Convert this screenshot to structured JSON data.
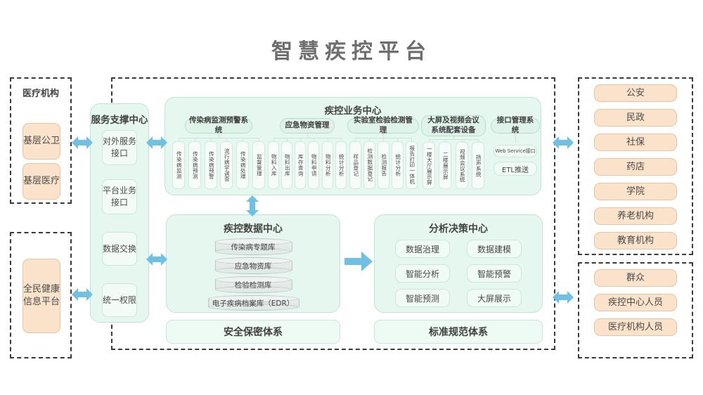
{
  "page": {
    "title": "智慧疾控平台",
    "accent_blue": "#62c0e8",
    "accent_green": "#e6f7ef",
    "accent_orange": "#fbe2ca"
  },
  "left": {
    "group_medical": {
      "label": "医疗机构",
      "items": [
        {
          "label": "基层公卫"
        },
        {
          "label": "基层医疗"
        }
      ]
    },
    "group_health_platform": {
      "items": [
        {
          "label": "全民健康\n信息平台",
          "line1": "全民健康",
          "line2": "信息平台"
        }
      ]
    }
  },
  "service_center": {
    "title": "服务支撑中心",
    "items": [
      {
        "line1": "对外服务",
        "line2": "接口"
      },
      {
        "line1": "平台业务",
        "line2": "接口"
      },
      {
        "line1": "数据交换",
        "line2": ""
      },
      {
        "line1": "统一权限",
        "line2": ""
      }
    ]
  },
  "business_center": {
    "title": "疾控业务中心",
    "systems": [
      {
        "name": "传染病监测预警系统",
        "children": [
          "传染病监测",
          "传染病预测",
          "传染病预警",
          "流行病学调查",
          "传染病处理",
          "监督管理"
        ]
      },
      {
        "name": "应急物资管理",
        "children": [
          "物料入库",
          "物料出库",
          "库存查询",
          "物料申请",
          "物料分析",
          "统计分析"
        ]
      },
      {
        "name": "实验室检验检测管理",
        "children": [
          "样品登记",
          "检测数据登记",
          "检测报告",
          "统计分析",
          "报告打印一体机"
        ]
      },
      {
        "name": "大屏及视频会议系统配套设备",
        "children": [
          "一楼大厅展示屏",
          "二楼展示屏",
          "视频会议系统",
          "扬声系统"
        ]
      },
      {
        "name": "接口管理系统",
        "children_horizontal": [
          "Web Service接口",
          "ETL推送"
        ]
      }
    ]
  },
  "data_center": {
    "title": "疾控数据中心",
    "databases": [
      {
        "label": "传染病专题库"
      },
      {
        "label": "应急物资库"
      },
      {
        "label": "检验检测库"
      },
      {
        "label": "电子疾病档案库（EDR）"
      }
    ]
  },
  "analysis_center": {
    "title": "分析决策中心",
    "items": [
      {
        "label": "数据治理"
      },
      {
        "label": "数据建模"
      },
      {
        "label": "智能分析"
      },
      {
        "label": "智能预警"
      },
      {
        "label": "智能预测"
      },
      {
        "label": "大屏展示"
      }
    ]
  },
  "bottom_bars": [
    {
      "label": "安全保密体系"
    },
    {
      "label": "标准规范体系"
    }
  ],
  "right": {
    "group_orgs": {
      "items": [
        {
          "label": "公安"
        },
        {
          "label": "民政"
        },
        {
          "label": "社保"
        },
        {
          "label": "药店"
        },
        {
          "label": "学院"
        },
        {
          "label": "养老机构"
        },
        {
          "label": "教育机构"
        }
      ]
    },
    "group_users": {
      "items": [
        {
          "label": "群众"
        },
        {
          "label": "疾控中心人员"
        },
        {
          "label": "医疗机构人员"
        }
      ]
    }
  }
}
